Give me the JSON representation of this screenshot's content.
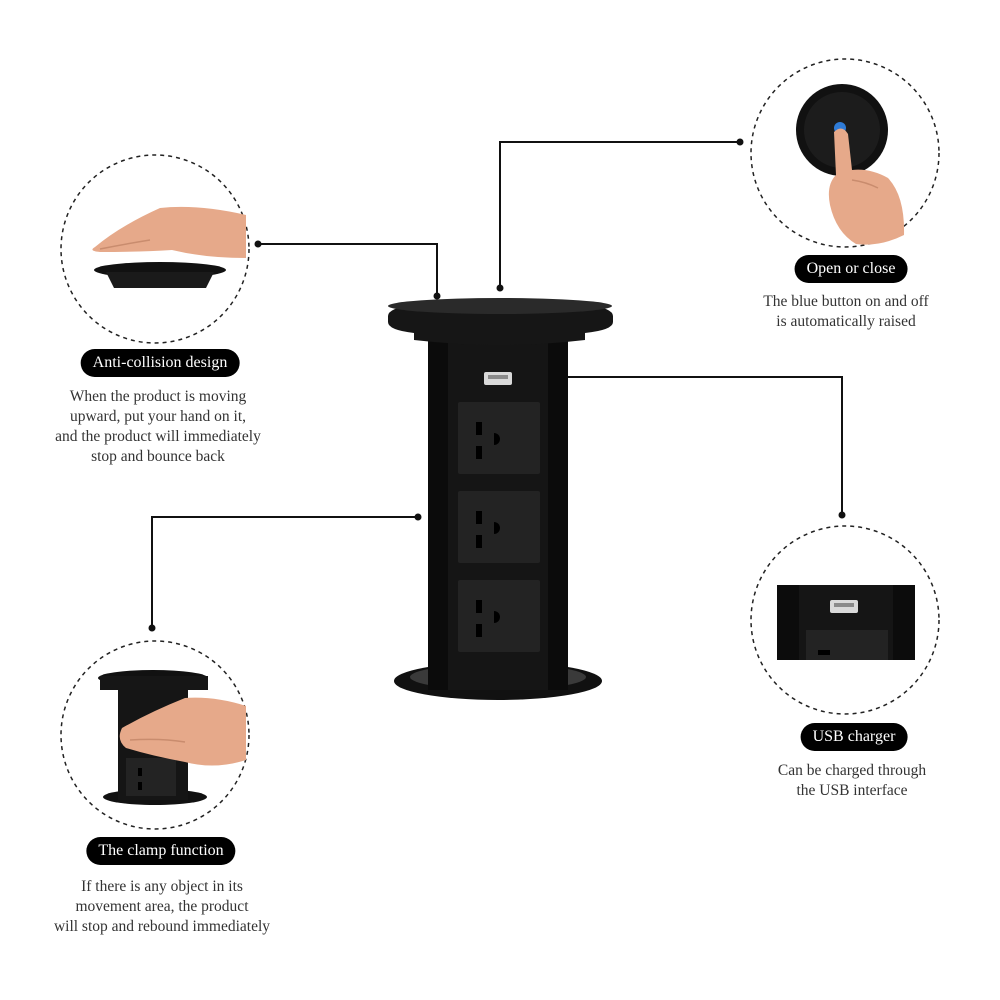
{
  "features": [
    {
      "id": "anti-collision",
      "label": "Anti-collision design",
      "description": [
        "When the product is moving",
        "upward, put your hand on it,",
        "and the product will immediately",
        "stop and bounce back"
      ]
    },
    {
      "id": "open-close",
      "label": "Open or close",
      "description": [
        "The blue button on and off",
        "is automatically raised"
      ]
    },
    {
      "id": "usb-charger",
      "label": "USB charger",
      "description": [
        "Can be charged through",
        "the USB interface"
      ]
    },
    {
      "id": "clamp-function",
      "label": "The clamp function",
      "description": [
        "If there is any object in its",
        "movement area, the product",
        "will stop and rebound immediately"
      ]
    }
  ],
  "colors": {
    "product": "#151515",
    "socket_face": "#232323",
    "skin": "#e6a98a",
    "button_accent": "#2f7bd6"
  },
  "icons": [
    "hand-icon",
    "finger-icon",
    "usb-port-icon",
    "outlet-icon"
  ]
}
